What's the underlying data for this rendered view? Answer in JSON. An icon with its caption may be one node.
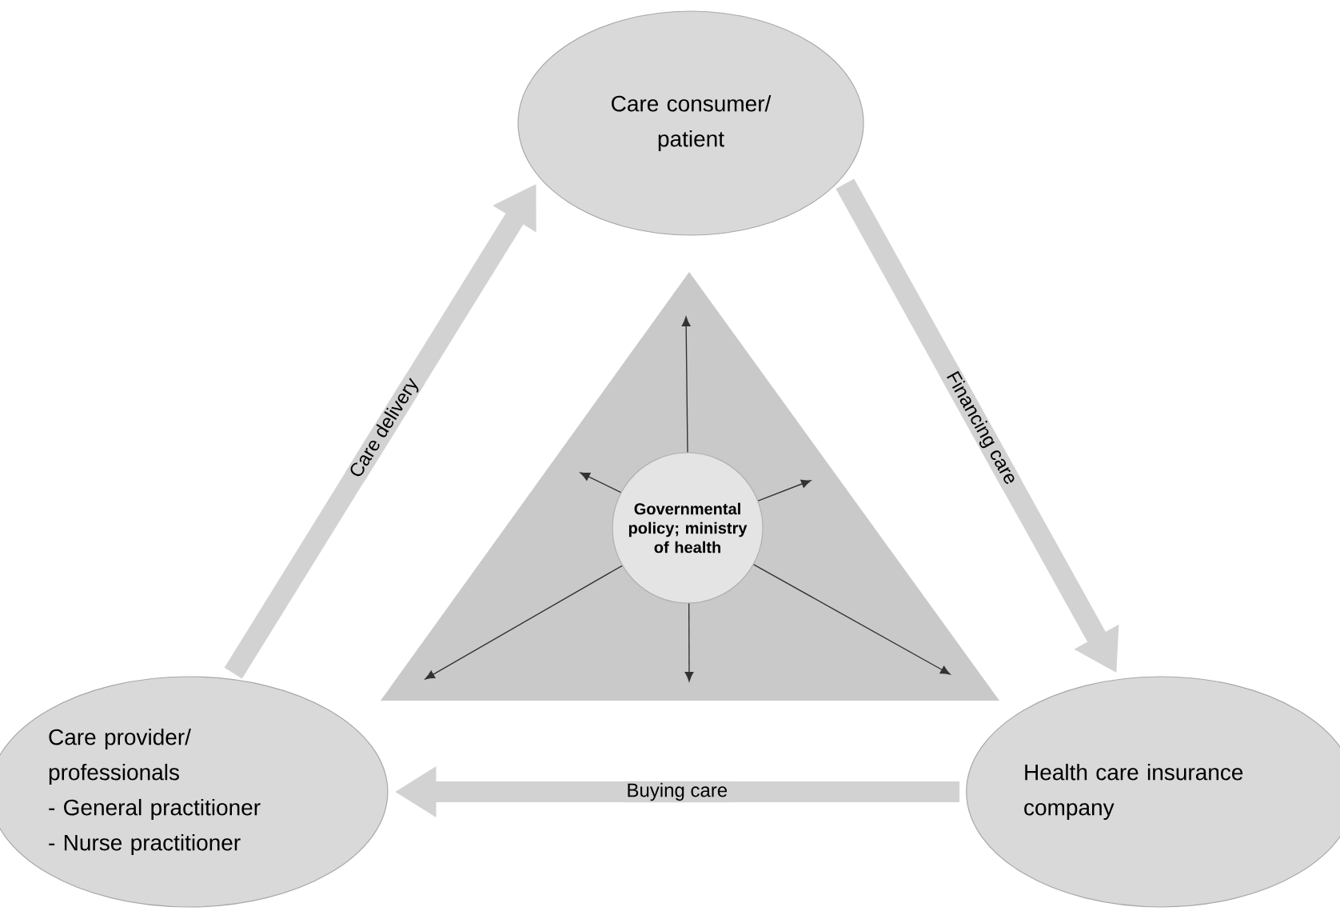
{
  "diagram": {
    "nodes": [
      {
        "text": [
          "Care consumer/ patient"
        ]
      },
      {
        "text": [],
        "shape": "triangle"
      },
      {
        "text": [
          "Governmental policy; ministry of health"
        ],
        "in": 1
      },
      {
        "text": [
          "Care provider/ professionals",
          "- General practitioner",
          "- Nurse practitioner"
        ]
      },
      {
        "text": [
          "Health care insurance company"
        ]
      }
    ],
    "edges": [
      {
        "from": 3,
        "to": 0,
        "arrow": "to",
        "label": "Care delivery",
        "style": "thick",
        "color": "#d2d2d2"
      },
      {
        "from": 0,
        "to": 4,
        "arrow": "to",
        "label": "Financing care",
        "style": "thick",
        "color": "#d2d2d2"
      },
      {
        "from": 4,
        "to": 3,
        "arrow": "to",
        "label": "Buying care",
        "style": "thick",
        "color": "#d2d2d2"
      },
      {
        "from": 2,
        "to": null,
        "arrow": "to"
      },
      {
        "from": 2,
        "to": null,
        "arrow": "to"
      },
      {
        "from": 2,
        "to": null,
        "arrow": "to"
      },
      {
        "from": 2,
        "to": null,
        "arrow": "to"
      },
      {
        "from": 2,
        "to": null,
        "arrow": "to"
      },
      {
        "from": 2,
        "to": null,
        "arrow": "to"
      }
    ]
  }
}
